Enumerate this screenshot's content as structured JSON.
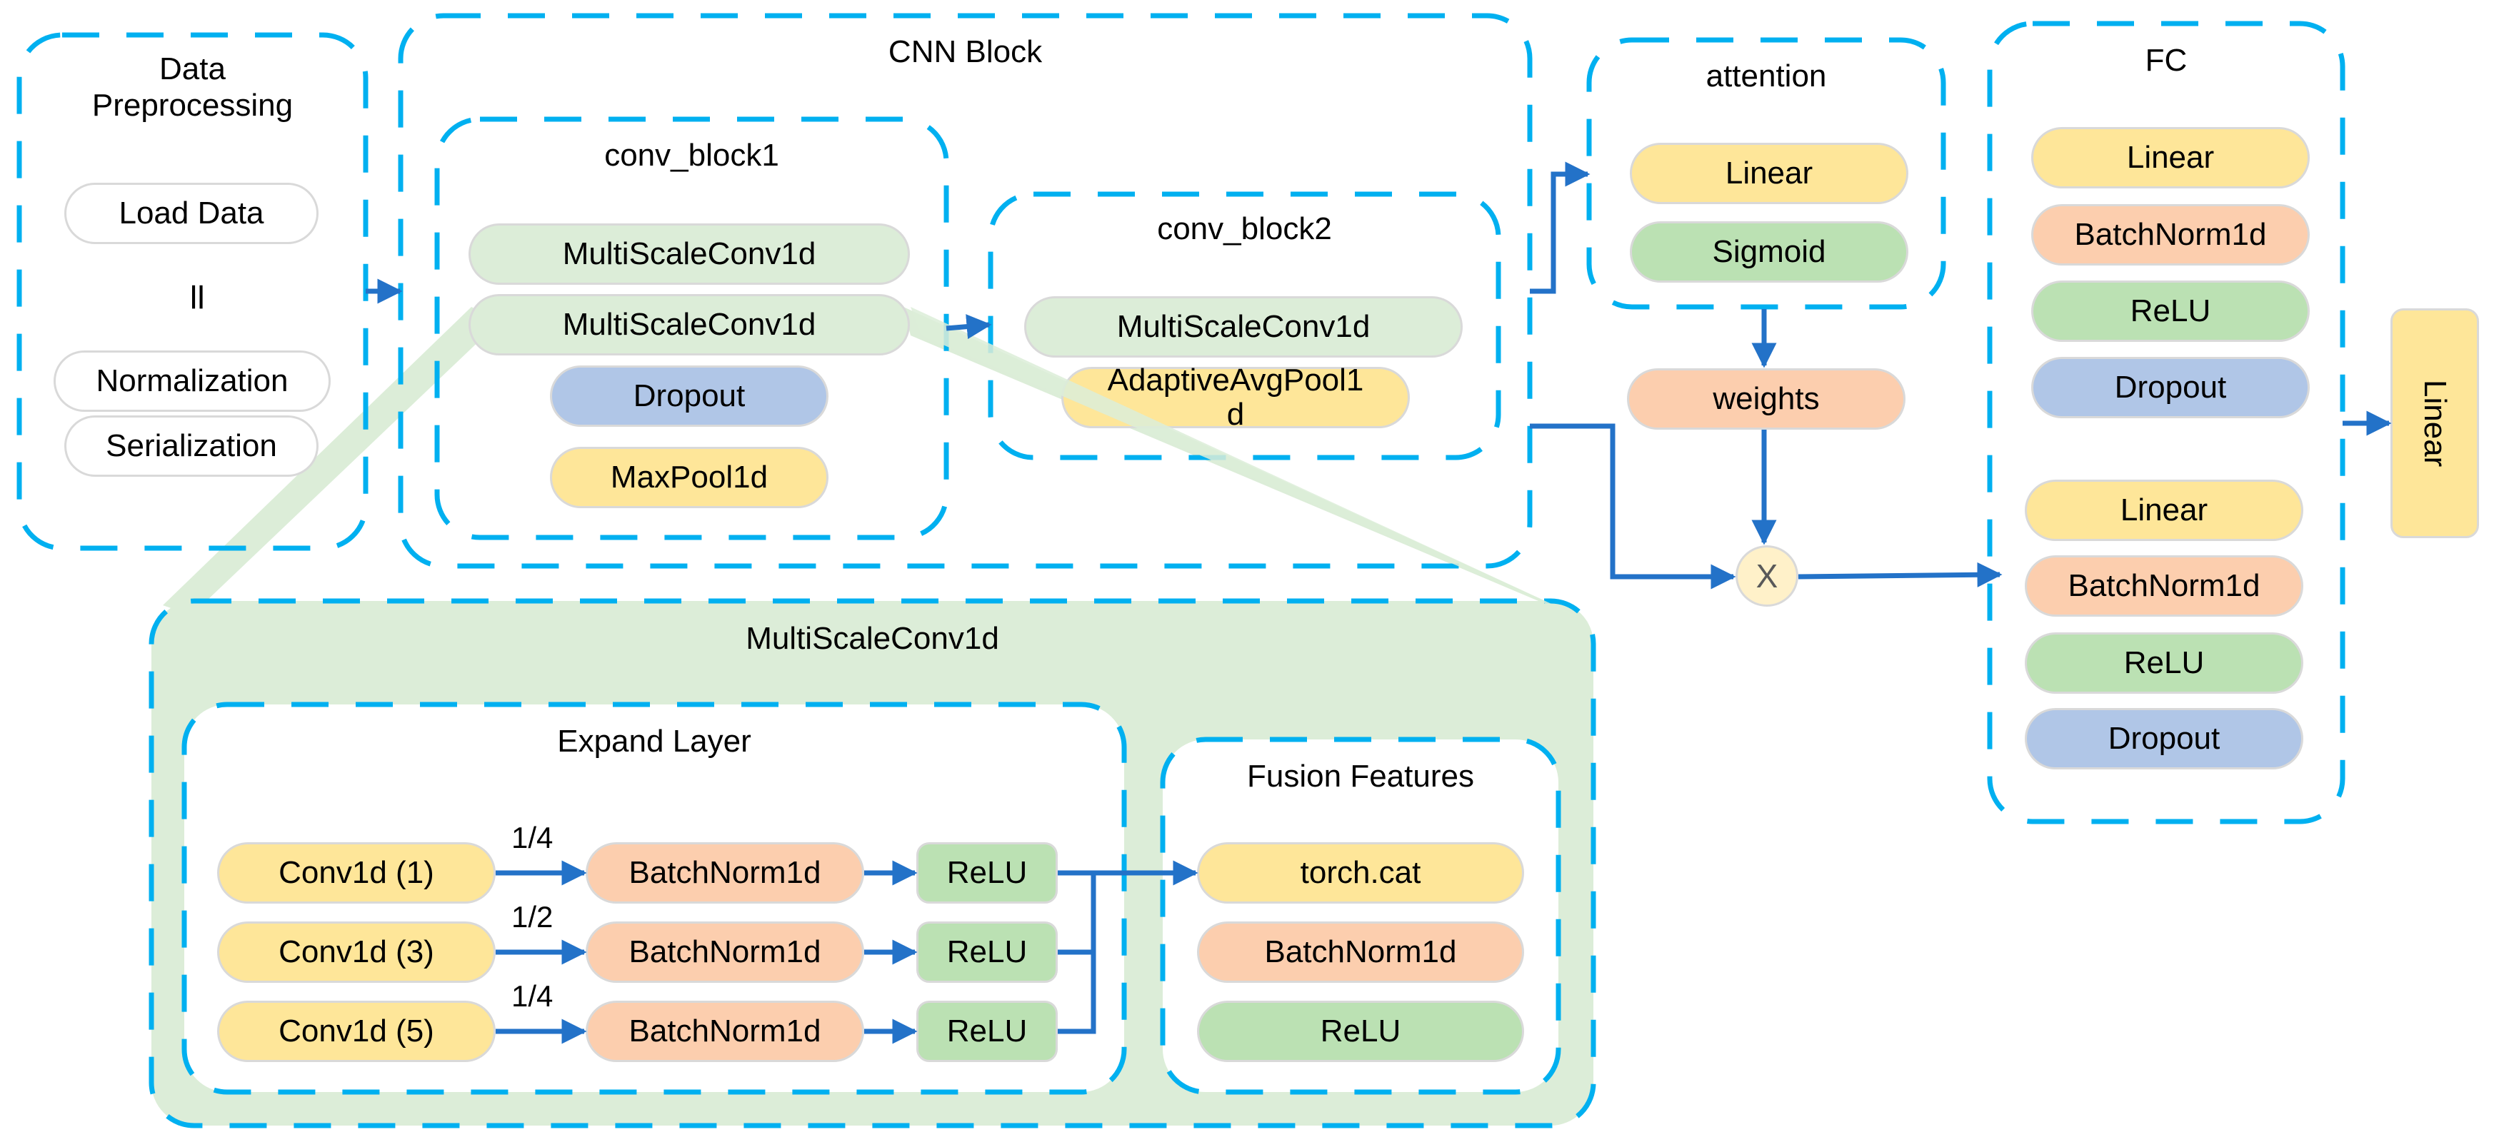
{
  "colors": {
    "group_border": "#00b0f0",
    "arrow": "#2372c8",
    "zoom_band": "#dcedd8",
    "yellow": "#fee699",
    "orange": "#fcceae",
    "green": "#bbe1b3",
    "light_green": "#dcedd8",
    "blue": "#b0c6e7"
  },
  "data_preprocessing": {
    "title": "Data\nPreprocessing",
    "items": [
      "Load Data",
      "Normalization",
      "Serialization"
    ],
    "separator_symbol": "="
  },
  "cnn_block": {
    "title": "CNN Block",
    "conv_block1": {
      "title": "conv_block1",
      "items": [
        "MultiScaleConv1d",
        "MultiScaleConv1d",
        "Dropout",
        "MaxPool1d"
      ]
    },
    "conv_block2": {
      "title": "conv_block2",
      "items": [
        "MultiScaleConv1d",
        "AdaptiveAvgPool1\nd"
      ]
    }
  },
  "attention": {
    "title": "attention",
    "items": [
      "Linear",
      "Sigmoid"
    ],
    "weights_label": "weights",
    "multiply_symbol": "X"
  },
  "fc": {
    "title": "FC",
    "group1": [
      "Linear",
      "BatchNorm1d",
      "ReLU",
      "Dropout"
    ],
    "group2": [
      "Linear",
      "BatchNorm1d",
      "ReLU",
      "Dropout"
    ]
  },
  "output_layer": {
    "label": "Linear"
  },
  "multiscale_detail": {
    "title": "MultiScaleConv1d",
    "expand_layer": {
      "title": "Expand Layer",
      "rows": [
        {
          "conv": "Conv1d (1)",
          "ratio": "1/4",
          "norm": "BatchNorm1d",
          "act": "ReLU"
        },
        {
          "conv": "Conv1d (3)",
          "ratio": "1/2",
          "norm": "BatchNorm1d",
          "act": "ReLU"
        },
        {
          "conv": "Conv1d (5)",
          "ratio": "1/4",
          "norm": "BatchNorm1d",
          "act": "ReLU"
        }
      ]
    },
    "fusion_features": {
      "title": "Fusion Features",
      "items": [
        "torch.cat",
        "BatchNorm1d",
        "ReLU"
      ]
    }
  }
}
